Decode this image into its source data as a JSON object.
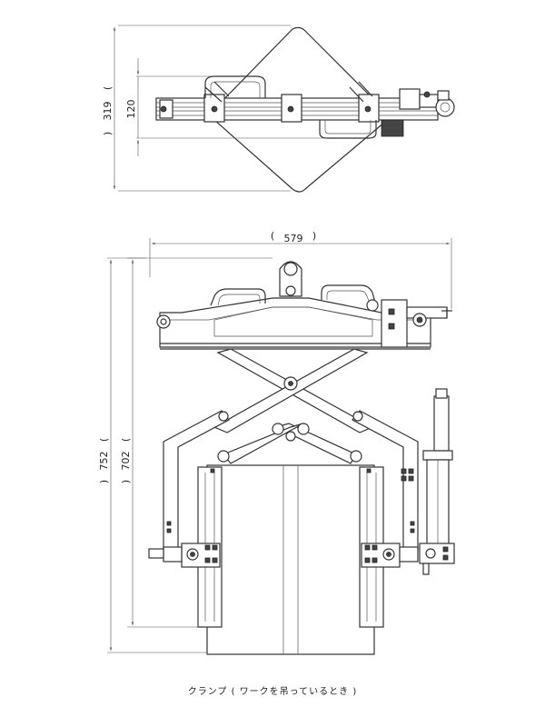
{
  "dimensions": {
    "top_outer": "319",
    "top_inner": "120",
    "width": "579",
    "height_outer": "752",
    "height_inner": "702"
  },
  "caption": "クランプ ( ワークを吊っているとき )"
}
